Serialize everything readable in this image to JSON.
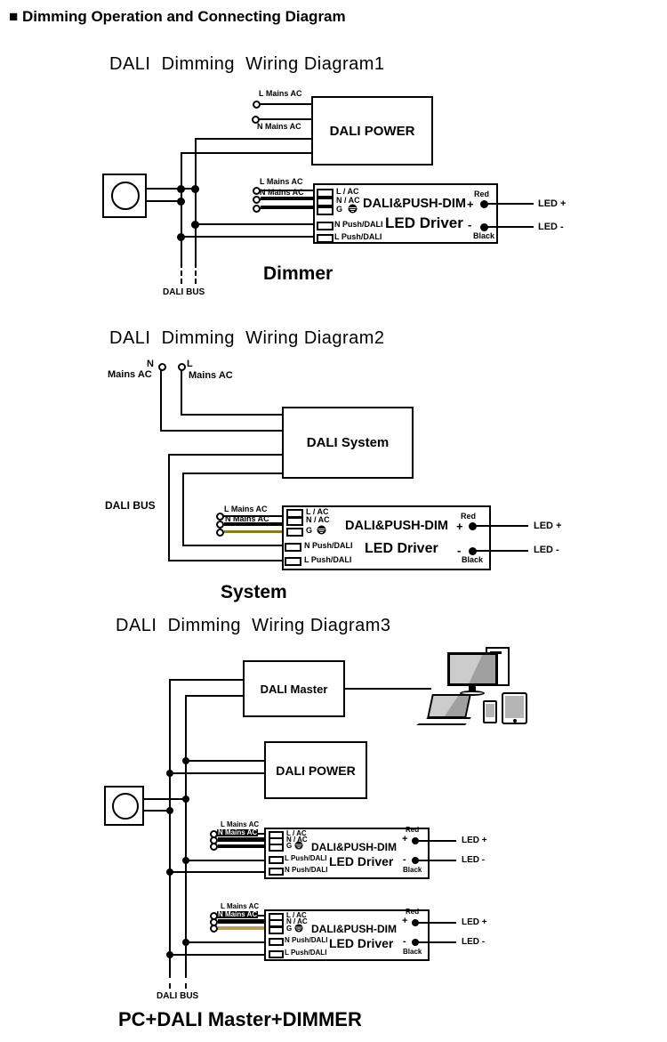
{
  "header": {
    "title": "■ Dimming Operation and Connecting Diagram"
  },
  "labels": {
    "dali_bus": "DALI BUS",
    "l_mains_ac": "L Mains AC",
    "n_mains_ac": "N Mains AC",
    "mains_ac": "Mains AC",
    "n": "N",
    "l": "L"
  },
  "driver": {
    "line1": "DALI&PUSH-DIM",
    "line2": "LED Driver",
    "term_l_ac": "L / AC",
    "term_n_ac": "N / AC",
    "term_g": "G",
    "term_n_push": "N Push/DALI",
    "term_l_push": "L Push/DALI",
    "red": "Red",
    "black": "Black",
    "plus": "+",
    "minus": "-",
    "led_plus": "LED +",
    "led_minus": "LED -"
  },
  "diagram1": {
    "title": "DALI  Dimming  Wiring Diagram1",
    "power": "DALI POWER",
    "caption": "Dimmer"
  },
  "diagram2": {
    "title": "DALI  Dimming  Wiring Diagram2",
    "system": "DALI System",
    "caption": "System"
  },
  "diagram3": {
    "title": "DALI  Dimming  Wiring Diagram3",
    "master": "DALI Master",
    "power": "DALI POWER",
    "caption": "PC+DALI Master+DIMMER"
  },
  "icons": {
    "monitor": "desktop-monitor",
    "tower": "pc-tower",
    "laptop": "laptop",
    "phone": "smartphone",
    "tablet": "tablet",
    "ground": "earth-ground",
    "dimmer_knob": "dimmer-knob"
  },
  "colors": {
    "wire": "#000000",
    "ground_wire": "#8a7a20",
    "ground_wire_light": "#b89c54",
    "screen": "#bdbdbd"
  }
}
